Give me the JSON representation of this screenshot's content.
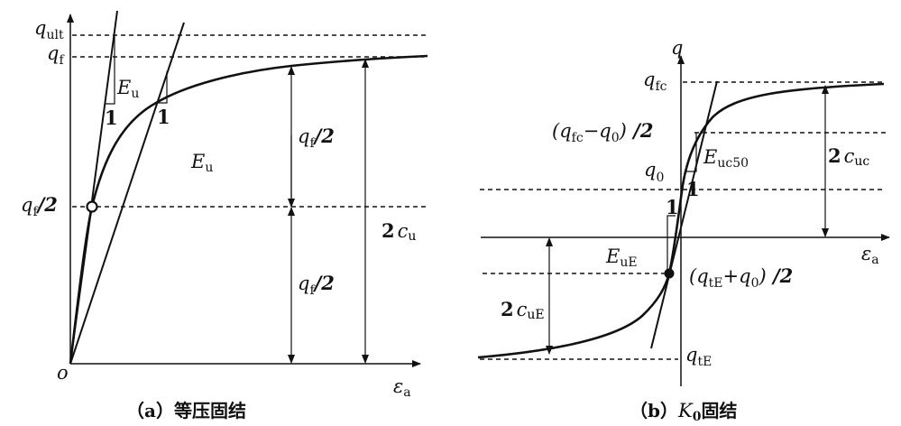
{
  "panel_a": {
    "caption": "（a）等压固结",
    "q_ult": {
      "base": "q",
      "sub": "ult"
    },
    "q_f": {
      "base": "q",
      "sub": "f"
    },
    "q_f_half": {
      "base": "q",
      "sub": "f",
      "tail": "/2"
    },
    "E_u": {
      "base": "E",
      "sub": "u"
    },
    "slope_one": "1",
    "two_c_u": {
      "num": "2",
      "base": "c",
      "sub": "u"
    },
    "origin": "o",
    "x_axis": {
      "base": "ε",
      "sub": "a"
    }
  },
  "panel_b": {
    "caption_open": "（b）",
    "caption_k": {
      "base": "K",
      "sub": "0"
    },
    "caption_close": "固结",
    "y_axis": "q",
    "x_axis": {
      "base": "ε",
      "sub": "a"
    },
    "q_fc": {
      "base": "q",
      "sub": "fc"
    },
    "half_fc": {
      "open": "(",
      "base1": "q",
      "sub1": "fc",
      "minus": "−",
      "base2": "q",
      "sub2": "0",
      "close": ")",
      "tail": " /2"
    },
    "q_0": {
      "base": "q",
      "sub": "0"
    },
    "half_tE": {
      "open": "(",
      "base1": "q",
      "sub1": "tE",
      "plus": "+",
      "base2": "q",
      "sub2": "0",
      "close": ")",
      "tail": " /2"
    },
    "q_tE": {
      "base": "q",
      "sub": "tE"
    },
    "E_uc50": {
      "base": "E",
      "sub": "uc50"
    },
    "E_uE": {
      "base": "E",
      "sub": "uE"
    },
    "slope_one": "1",
    "two_c_uc": {
      "num": "2",
      "base": "c",
      "sub": "uc"
    },
    "two_c_uE": {
      "num": "2",
      "base": "c",
      "sub": "uE"
    }
  }
}
